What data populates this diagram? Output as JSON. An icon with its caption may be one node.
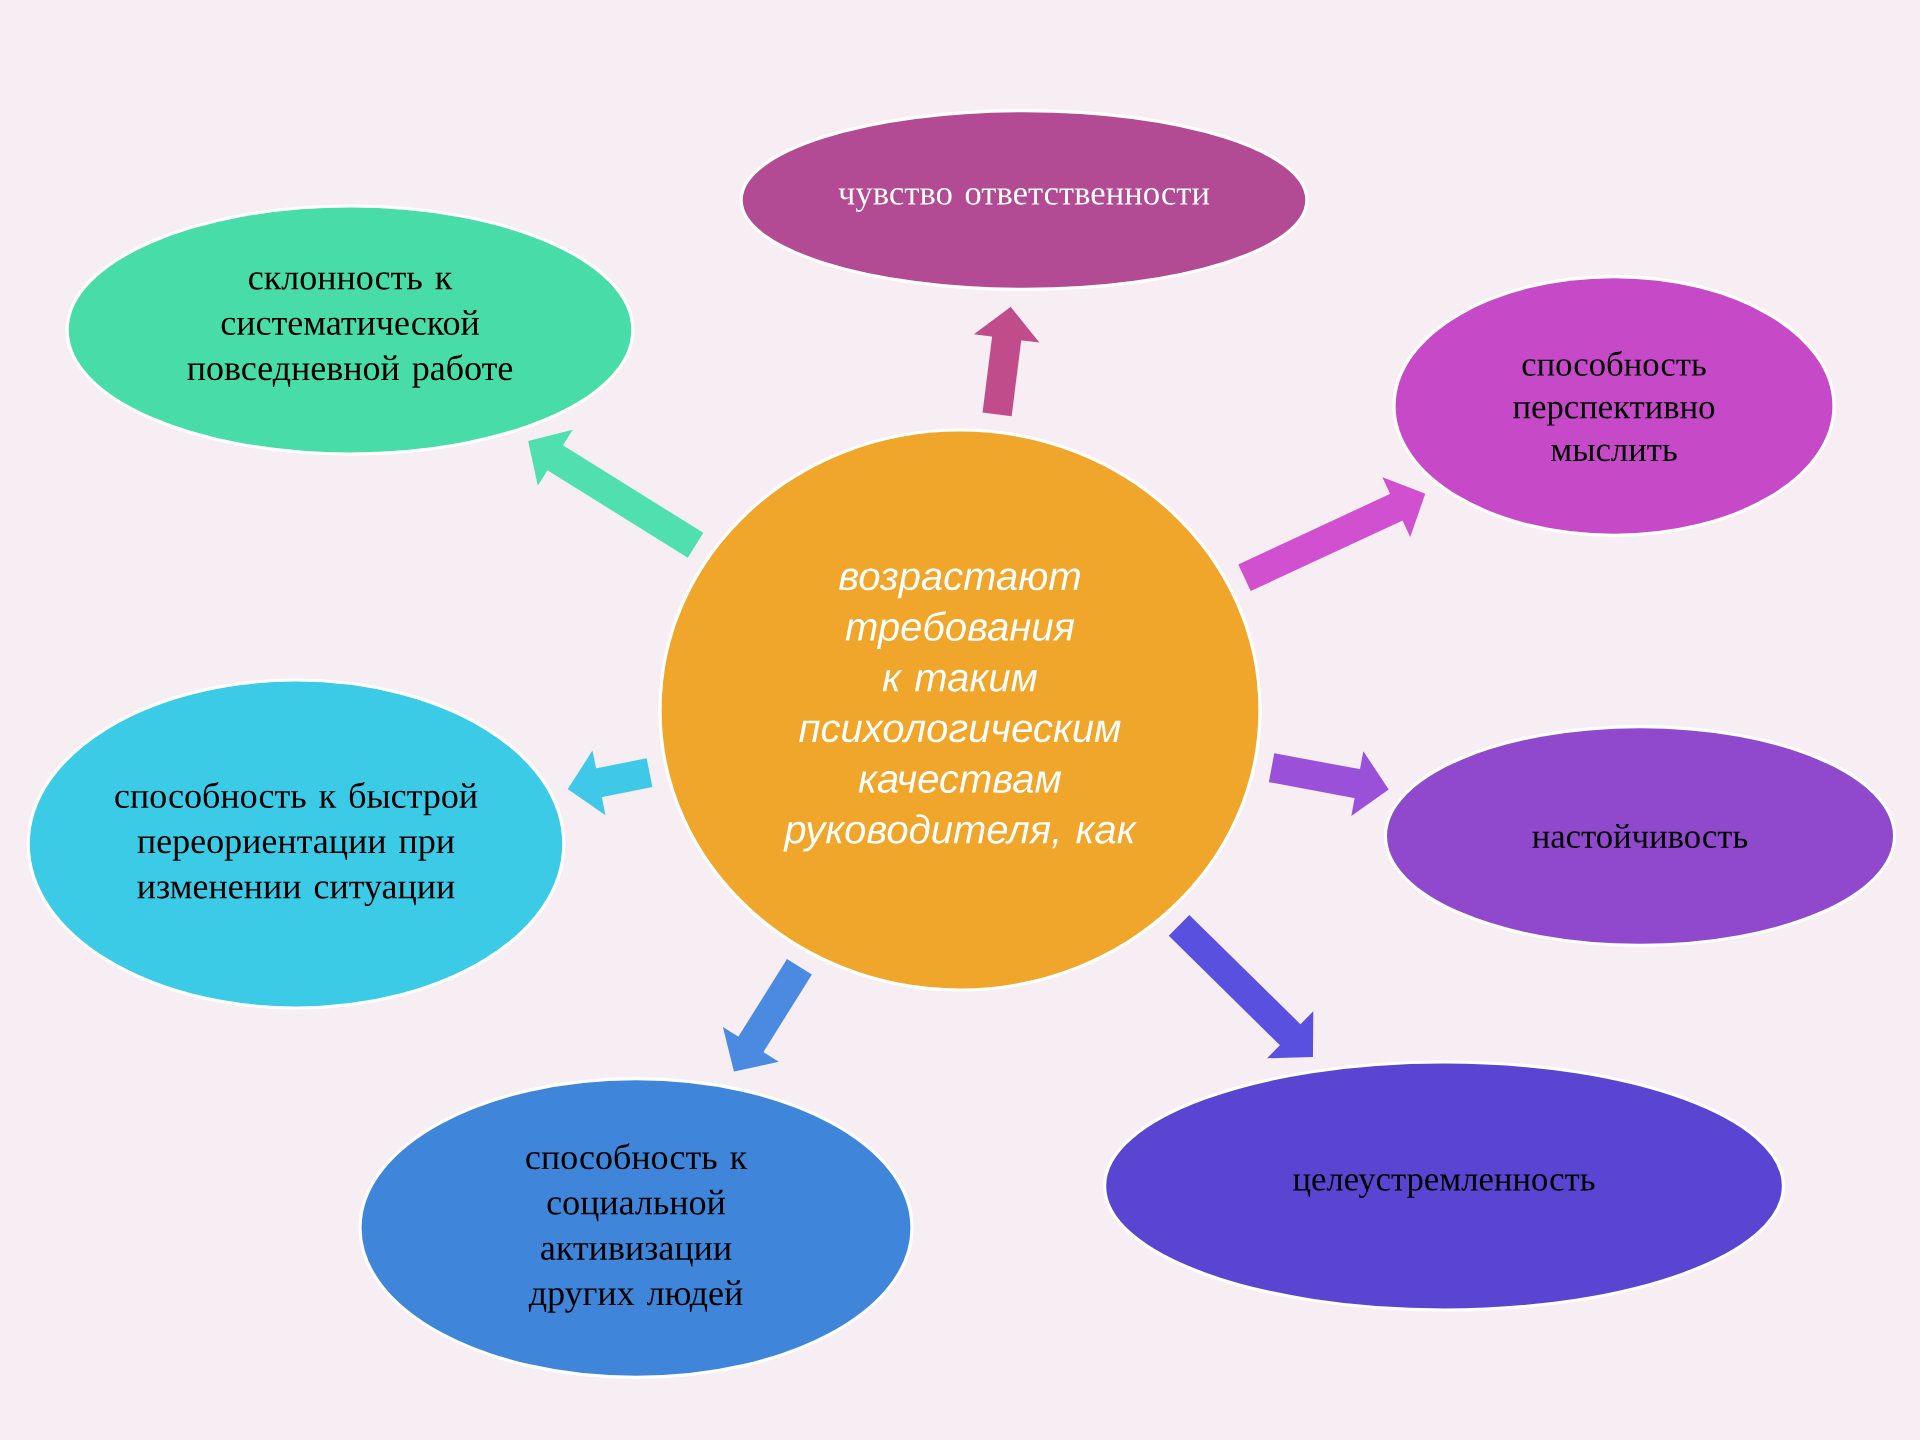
{
  "diagram": {
    "nodes": [
      {
        "text": [
          "возрастают требования к таким психологическим качествам руководителя, как"
        ]
      },
      {
        "text": [
          "чувство ответственности"
        ]
      },
      {
        "text": [
          "склонность к систематической повседневной работе"
        ]
      },
      {
        "text": [
          "способность перспективно мыслить"
        ]
      },
      {
        "text": [
          "способность к быстрой переориентации при изменении ситуации"
        ]
      },
      {
        "text": [
          "настойчивость"
        ]
      },
      {
        "text": [
          "способность к социальной активизации других людей"
        ]
      },
      {
        "text": [
          "целеустремленность"
        ]
      }
    ],
    "edges": [
      {
        "from": 0,
        "to": 1,
        "arrow": "to",
        "color": "#c04c8c"
      },
      {
        "from": 0,
        "to": 2,
        "arrow": "to",
        "color": "#50e0b0"
      },
      {
        "from": 0,
        "to": 3,
        "arrow": "to",
        "color": "#d050d0"
      },
      {
        "from": 0,
        "to": 4,
        "arrow": "to",
        "color": "#40c8e8"
      },
      {
        "from": 0,
        "to": 5,
        "arrow": "to",
        "color": "#9a50d8"
      },
      {
        "from": 0,
        "to": 6,
        "arrow": "to",
        "color": "#4a8ae0"
      },
      {
        "from": 0,
        "to": 7,
        "arrow": "to",
        "color": "#5a50e0"
      }
    ]
  }
}
